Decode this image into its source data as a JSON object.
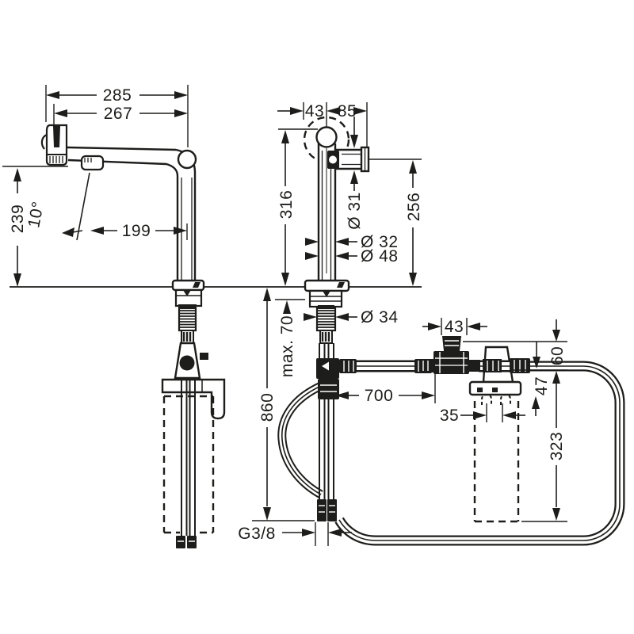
{
  "page": {
    "background": "#ffffff",
    "line_color": "#1d1d1b"
  },
  "views": {
    "side": {
      "overall_reach": "285",
      "aerator_reach": "267",
      "spout_height": "239",
      "swivel_angle": "10°",
      "handle_offset": "199"
    },
    "front": {
      "offset_rear": "43",
      "offset_side": "85",
      "total_height": "316",
      "outlet_height": "256",
      "spout_dia": "Ø 31",
      "body_dia": "Ø 32",
      "base_dia": "Ø 48",
      "shank_dia": "Ø 34",
      "max_counter": "max. 70",
      "hose_drop": "860"
    },
    "install": {
      "hose_run": "700",
      "valve_width": "43",
      "head_top": "60",
      "head_drop": "47",
      "port_pitch": "35",
      "filter_height": "323",
      "thread": "G3/8"
    }
  }
}
